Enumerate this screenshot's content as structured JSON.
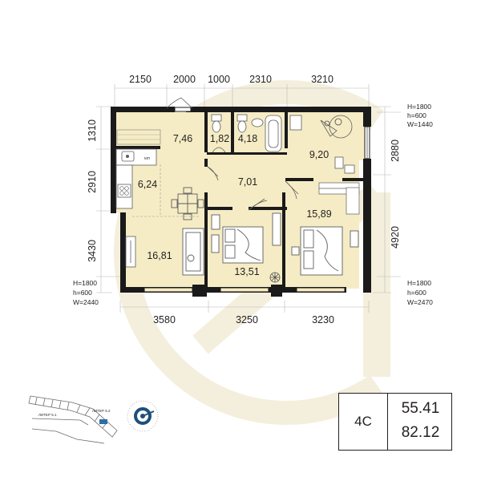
{
  "dimensions": {
    "top": [
      "2150",
      "2000",
      "1000",
      "2310",
      "3210"
    ],
    "bottom": [
      "3580",
      "3250",
      "3230"
    ],
    "left": [
      "1310",
      "2910",
      "3430"
    ],
    "right": [
      "2880",
      "4920"
    ]
  },
  "rooms": [
    {
      "id": "hall",
      "area": "7,46"
    },
    {
      "id": "wc",
      "area": "1,82"
    },
    {
      "id": "bathroom",
      "area": "4,18"
    },
    {
      "id": "loggia-room",
      "area": "9,20"
    },
    {
      "id": "kitchen",
      "area": "6,24"
    },
    {
      "id": "corridor",
      "area": "7,01"
    },
    {
      "id": "bedroom-right",
      "area": "15,89"
    },
    {
      "id": "living",
      "area": "16,81"
    },
    {
      "id": "bedroom-middle",
      "area": "13,51"
    }
  ],
  "kitchen_label": "МП",
  "windows": {
    "top_right": [
      "H=1800",
      "h=600",
      "W=1440"
    ],
    "bottom_left": [
      "H=1800",
      "h=600",
      "W=2440"
    ],
    "bottom_right": [
      "H=1800",
      "h=600",
      "W=2470"
    ]
  },
  "unit": {
    "type": "4С",
    "area_total": "55.41",
    "area_full": "82.12"
  },
  "keyplan": {
    "liter_1": "ЛИТЕР 5.1",
    "liter_2": "ЛИТЕР 5.2"
  },
  "colors": {
    "room_fill": "#f5ecc5",
    "wall": "#1a1a1a",
    "watermark": "#f4efdc",
    "keyplan_accent": "#2b6ea8"
  }
}
